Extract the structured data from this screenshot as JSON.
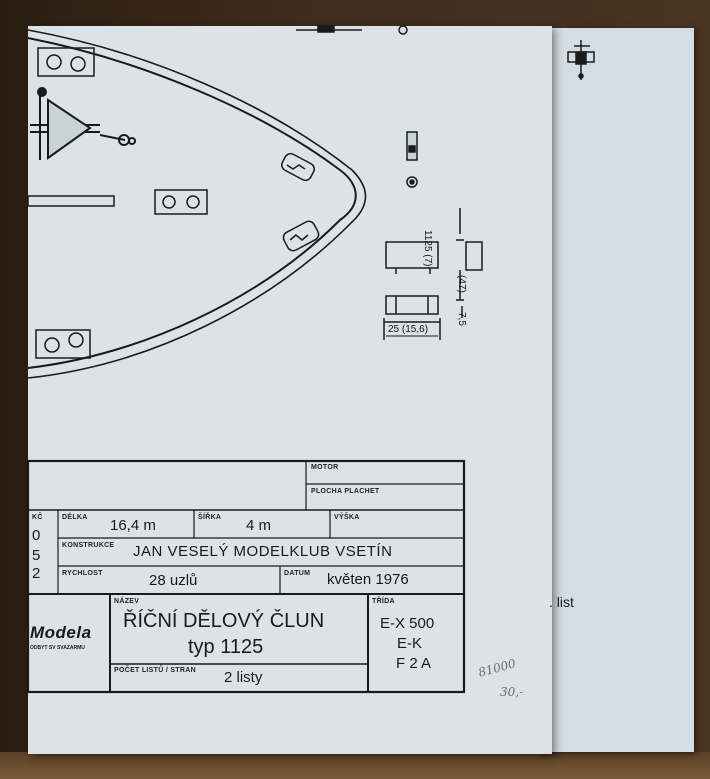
{
  "dimensions": {
    "height_label": "1125 (7)",
    "height_label_2": "(47)",
    "small_label": "7,5",
    "width_label": "25 (15,6)"
  },
  "title_block": {
    "motor_label": "MOTOR",
    "plocha_label": "PLOCHA PLACHET",
    "delka_label": "DÉLKA",
    "delka_value": "16,4 m",
    "sirka_label": "ŠÍŘKA",
    "sirka_value": "4 m",
    "vyska_label": "VÝŠKA",
    "konstrukce_label": "KONSTRUKCE",
    "konstrukce_value": "JAN VESELÝ  MODELKLUB  VSETÍN",
    "rychlost_label": "RYCHLOST",
    "rychlost_value": "28 uzlů",
    "datum_label": "DATUM",
    "datum_value": "květen 1976",
    "left_fragment_label": "KČ",
    "left_fragment_values": [
      "0",
      "5",
      "2"
    ],
    "logo_text": "Modela",
    "logo_subtext": "ODBYT SV SVAZARMU",
    "nazev_label": "NÁZEV",
    "nazev_line1": "ŘÍČNÍ DĚLOVÝ ČLUN",
    "nazev_line2": "typ 1125",
    "pocet_label": "POČET LISTŮ / STRAN",
    "pocet_value": "2 listy",
    "trida_label": "TŘÍDA",
    "trida_values": [
      "E-X 500",
      "E-K",
      "F 2 A"
    ]
  },
  "back_sheet": {
    "list_label": ". list"
  },
  "handwriting": {
    "line1": "81000",
    "line2": "30,-"
  }
}
